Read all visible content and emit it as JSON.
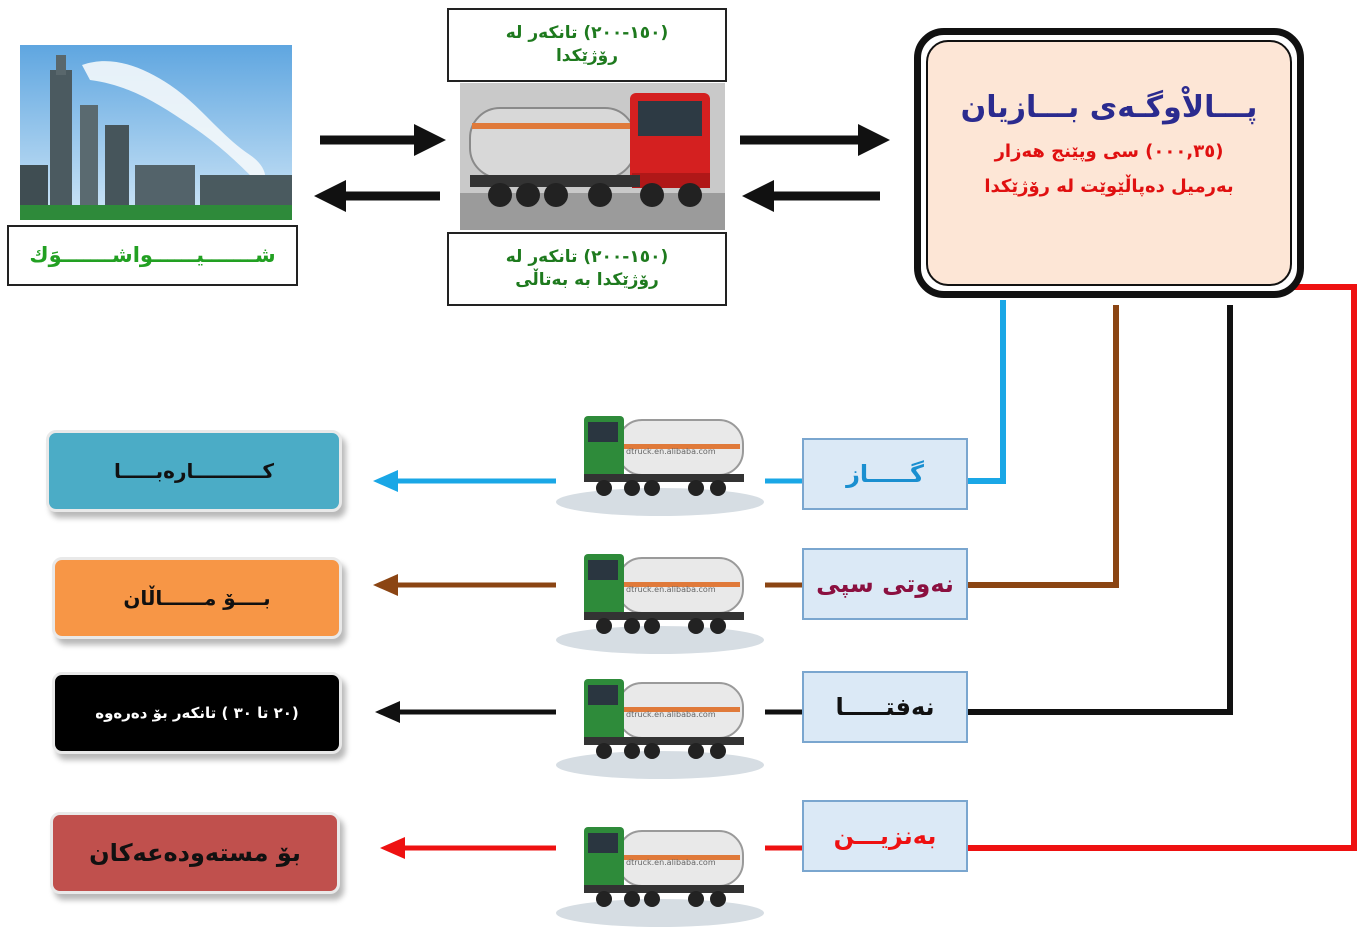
{
  "refinery_source": {
    "label": "شـــــــيــــــواشـــــــوَك",
    "label_color": "#22a022"
  },
  "tanker_daily": {
    "top_label_line1": "(۲۰۰-۱٥۰) تانكەر لە",
    "top_label_line2": "رۆژێكدا",
    "bottom_label_line1": "(۲۰۰-۱٥۰) تانكەر لە",
    "bottom_label_line2": "رۆژێكدا بە بەتاڵی"
  },
  "bazian_refinery": {
    "title": "پـــالاْوگـەی بـــازیان",
    "capacity_line1": "(۳٥,۰۰۰) سی وپێنج هەزار",
    "capacity_line2": "بەرمیل دەپاڵێوێت لە رۆژێكدا",
    "title_color": "#2b2b8f",
    "capacity_color": "#e01010"
  },
  "products": [
    {
      "label": "گـــــاز",
      "color": "#1aa7e6",
      "text_color": "#1a8fd0"
    },
    {
      "label": "نەوتی سپی",
      "color": "#8b4513",
      "text_color": "#8b1040"
    },
    {
      "label": "نەفتـــــا",
      "color": "#111111",
      "text_color": "#111111"
    },
    {
      "label": "بەنزیـــن",
      "color": "#ee1111",
      "text_color": "#ee1111"
    }
  ],
  "destinations": [
    {
      "label": "كــــــــــارەبـــــا",
      "bg": "#4bacc6",
      "text_color": "#111111"
    },
    {
      "label": "بــــۆ مــــــاڵان",
      "bg": "#f79646",
      "text_color": "#111111"
    },
    {
      "label": "(۲۰ تا ۳۰ ) تانكەر بۆ دەرەوە",
      "bg": "#000000",
      "text_color": "#ffffff"
    },
    {
      "label": "بۆ مستەودەعەكان",
      "bg": "#c0504d",
      "text_color": "#111111"
    }
  ],
  "truck_watermark": "dtruck.en.alibaba.com"
}
